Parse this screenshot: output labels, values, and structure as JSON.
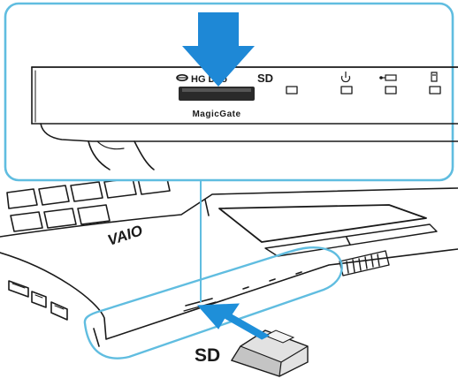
{
  "inset": {
    "slot_labels": {
      "hg_duo": "HG Duo",
      "sd": "SD",
      "magicgate": "MagicGate"
    },
    "indicator_icons": [
      "power-icon",
      "battery-icon",
      "drive-icon"
    ],
    "memory-stick-icon": "memory-stick-icon"
  },
  "laptop": {
    "logo": "VAIO"
  },
  "card": {
    "label": "SD"
  },
  "colors": {
    "accent": "#1e88d6",
    "arrow": "#1e8fd9",
    "frame": "#60bde0",
    "line": "#1a1a1a"
  }
}
